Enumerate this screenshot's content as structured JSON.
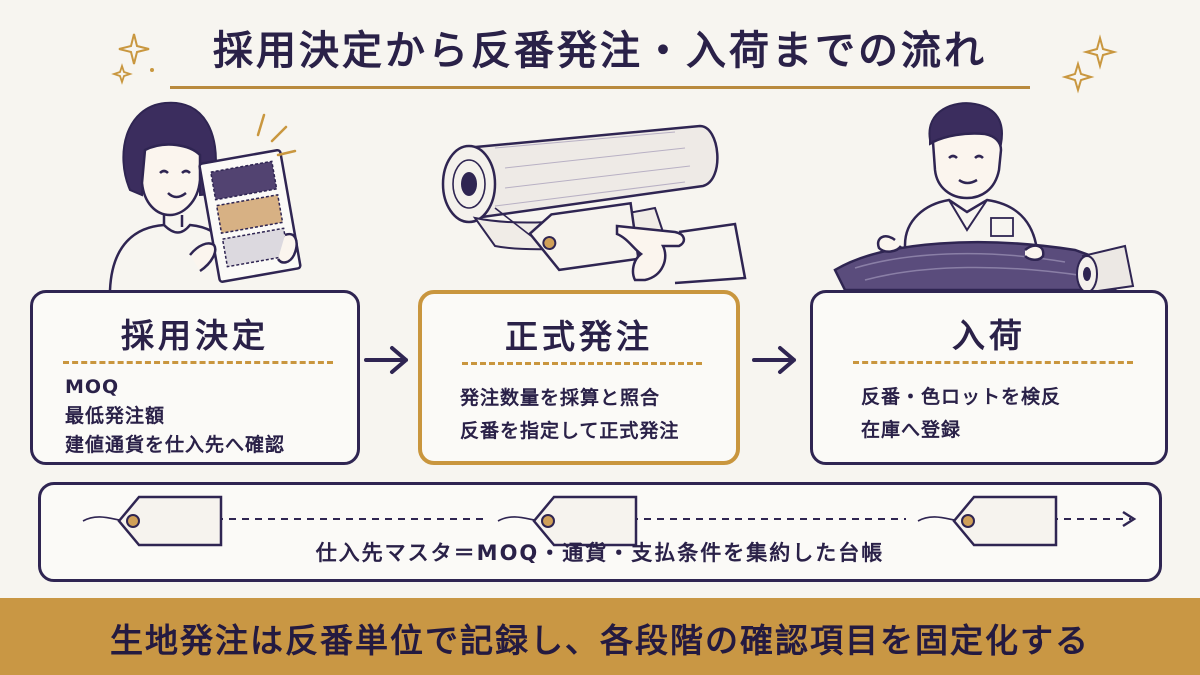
{
  "title": "採用決定から反番発注・入荷までの流れ",
  "colors": {
    "navy": "#2f2552",
    "gold": "#c9963e",
    "paper": "#f7f5f0"
  },
  "icons": [
    "sparkle-icon",
    "woman-with-swatches-illustration",
    "fabric-roll-with-tag-illustration",
    "man-inspecting-fabric-illustration",
    "arrow-right-icon",
    "hang-tag-icon"
  ],
  "steps": [
    {
      "title": "採用決定",
      "items": [
        "MOQ",
        "最低発注額",
        "建値通貨を仕入先へ確認"
      ]
    },
    {
      "title": "正式発注",
      "items": [
        "発注数量を採算と照合",
        "反番を指定して正式発注"
      ]
    },
    {
      "title": "入荷",
      "items": [
        "反番・色ロットを検反",
        "在庫へ登録"
      ]
    }
  ],
  "strip": {
    "caption": "仕入先マスタ＝MOQ・通貨・支払条件を集約した台帳"
  },
  "footer": {
    "text": "生地発注は反番単位で記録し、各段階の確認項目を固定化する"
  }
}
